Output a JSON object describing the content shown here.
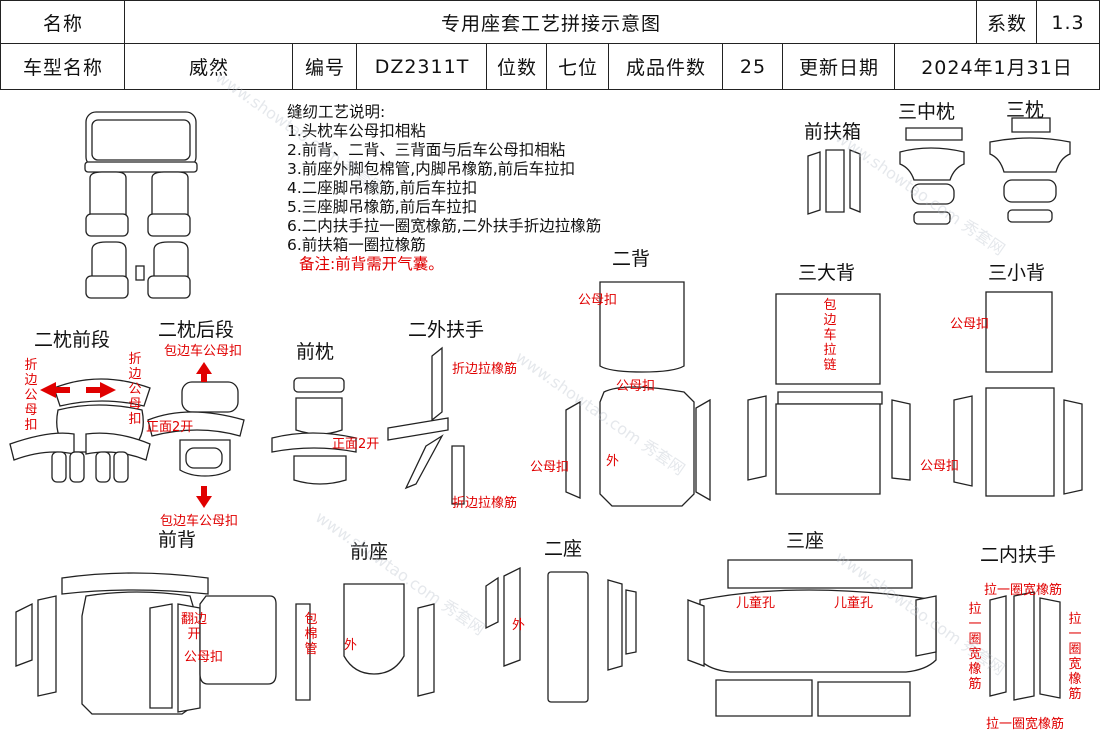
{
  "header": {
    "name_label": "名称",
    "title": "专用座套工艺拼接示意图",
    "coef_label": "系数",
    "coef_value": "1.3",
    "model_label": "车型名称",
    "model_value": "威然",
    "code_label": "编号",
    "code_value": "DZ2311T",
    "seats_label": "位数",
    "seats_value": "七位",
    "pieces_label": "成品件数",
    "pieces_value": "25",
    "date_label": "更新日期",
    "date_value": "2024年1月31日"
  },
  "notes": {
    "title": "缝纫工艺说明:",
    "items": [
      "1.头枕车公母扣相粘",
      "2.前背、二背、三背面与后车公母扣相粘",
      "3.前座外脚包棉管,内脚吊橡筋,前后车拉扣",
      "4.二座脚吊橡筋,前后车拉扣",
      "5.三座脚吊橡筋,前后车拉扣",
      "6.二内扶手拉一圈宽橡筋,二外扶手折边拉橡筋",
      "6.前扶箱一圈拉橡筋"
    ],
    "remark": "备注:前背需开气囊。"
  },
  "sections": {
    "front_armbox": "前扶箱",
    "third_mid_pillow": "三中枕",
    "third_pillow": "三枕",
    "second_back": "二背",
    "third_big_back": "三大背",
    "third_small_back": "三小背",
    "second_pillow_front": "二枕前段",
    "second_pillow_rear": "二枕后段",
    "second_outer_armrest": "二外扶手",
    "front_pillow": "前枕",
    "front_back": "前背",
    "front_seat": "前座",
    "second_seat": "二座",
    "third_seat": "三座",
    "second_inner_armrest": "二内扶手"
  },
  "annotations": {
    "snap": "公母扣",
    "snap_sewn": "包边车公母扣",
    "fold_snap": "折边公母扣",
    "fold_elastic": "折边拉橡筋",
    "front_open": "正面2开",
    "outside": "外",
    "child_hole": "儿童孔",
    "wide_elastic": "拉一圈宽橡筋",
    "cotton_tube": "包棉管",
    "edge_zip": "包边车拉链",
    "airbag": "翻边开"
  },
  "watermark": "www.showtao.com 秀套网"
}
